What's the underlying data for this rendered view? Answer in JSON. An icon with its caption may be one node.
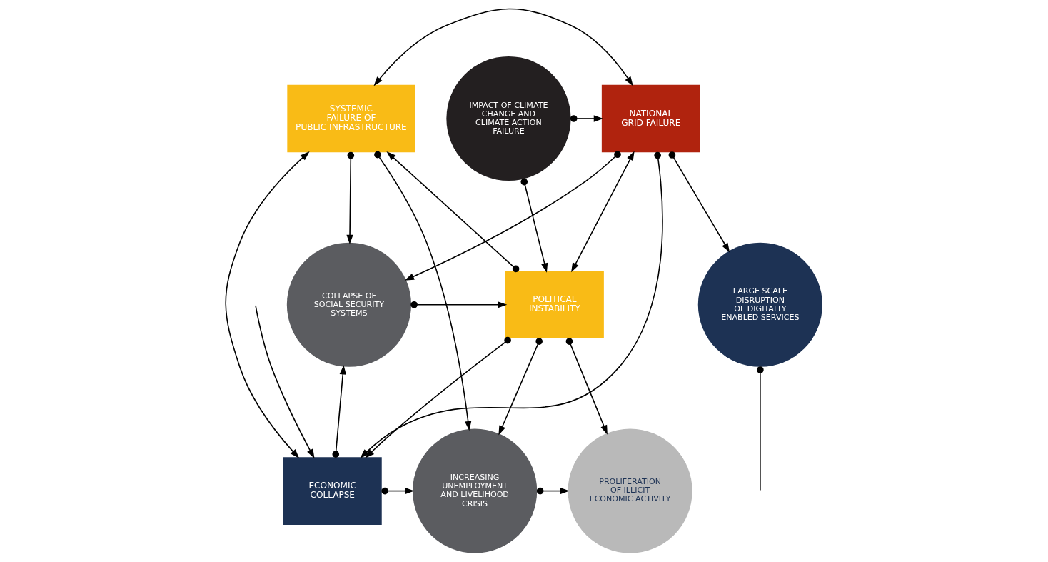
{
  "diagram": {
    "nodes": [
      {
        "text": [
          "SYSTEMIC FAILURE OF PUBLIC INFRASTRUCTURE"
        ]
      },
      {
        "text": [
          "NATIONAL GRID FAILURE"
        ]
      },
      {
        "text": [
          "IMPACT OF CLIMATE CHANGE AND CLIMATE ACTION FAILURE"
        ]
      },
      {
        "text": [
          "POLITICAL INSTABILITY"
        ]
      },
      {
        "text": [
          "COLLAPSE OF SOCIAL SECURITY SYSTEMS"
        ]
      },
      {
        "text": [
          "LARGE SCALE DISRUPTION OF DIGITALLY  ENABLED SERVICES"
        ]
      },
      {
        "text": [
          "ECONOMIC COLLAPSE"
        ]
      },
      {
        "text": [
          "INCREASING UNEMPLOYMENT AND LIVELIHOOD CRISIS"
        ]
      },
      {
        "text": [
          "PROLIFERATION OF ILLICIT ECONOMIC ACTIVITY"
        ]
      }
    ],
    "edges": [
      {
        "from": 0,
        "to": 4,
        "arrow": "to"
      },
      {
        "from": 1,
        "to": 5,
        "arrow": "to"
      },
      {
        "from": 0,
        "to": 1,
        "arrow": "both"
      },
      {
        "from": 2,
        "to": 1,
        "arrow": "to"
      },
      {
        "from": 1,
        "to": 6,
        "arrow": "to"
      },
      {
        "from": 1,
        "to": 4,
        "arrow": "to"
      },
      {
        "from": 2,
        "to": 3,
        "arrow": "to"
      },
      {
        "from": 1,
        "to": 3,
        "arrow": "both"
      },
      {
        "from": 3,
        "to": 0,
        "arrow": "to"
      },
      {
        "from": 3,
        "to": 6,
        "arrow": "to"
      },
      {
        "from": 4,
        "to": 3,
        "arrow": "to"
      },
      {
        "from": 0,
        "to": 7,
        "arrow": "to"
      },
      {
        "from": 3,
        "to": 7,
        "arrow": "to"
      },
      {
        "from": 3,
        "to": 8,
        "arrow": "to"
      },
      {
        "from": 0,
        "to": 6,
        "arrow": "both"
      },
      {
        "from": 6,
        "to": 7,
        "arrow": "to"
      },
      {
        "from": 7,
        "to": 8,
        "arrow": "to"
      },
      {
        "from": 6,
        "to": 4,
        "arrow": "to"
      },
      {
        "from": null,
        "to": 6,
        "arrow": "to"
      },
      {
        "from": 5,
        "to": null,
        "arrow": "other"
      }
    ]
  }
}
